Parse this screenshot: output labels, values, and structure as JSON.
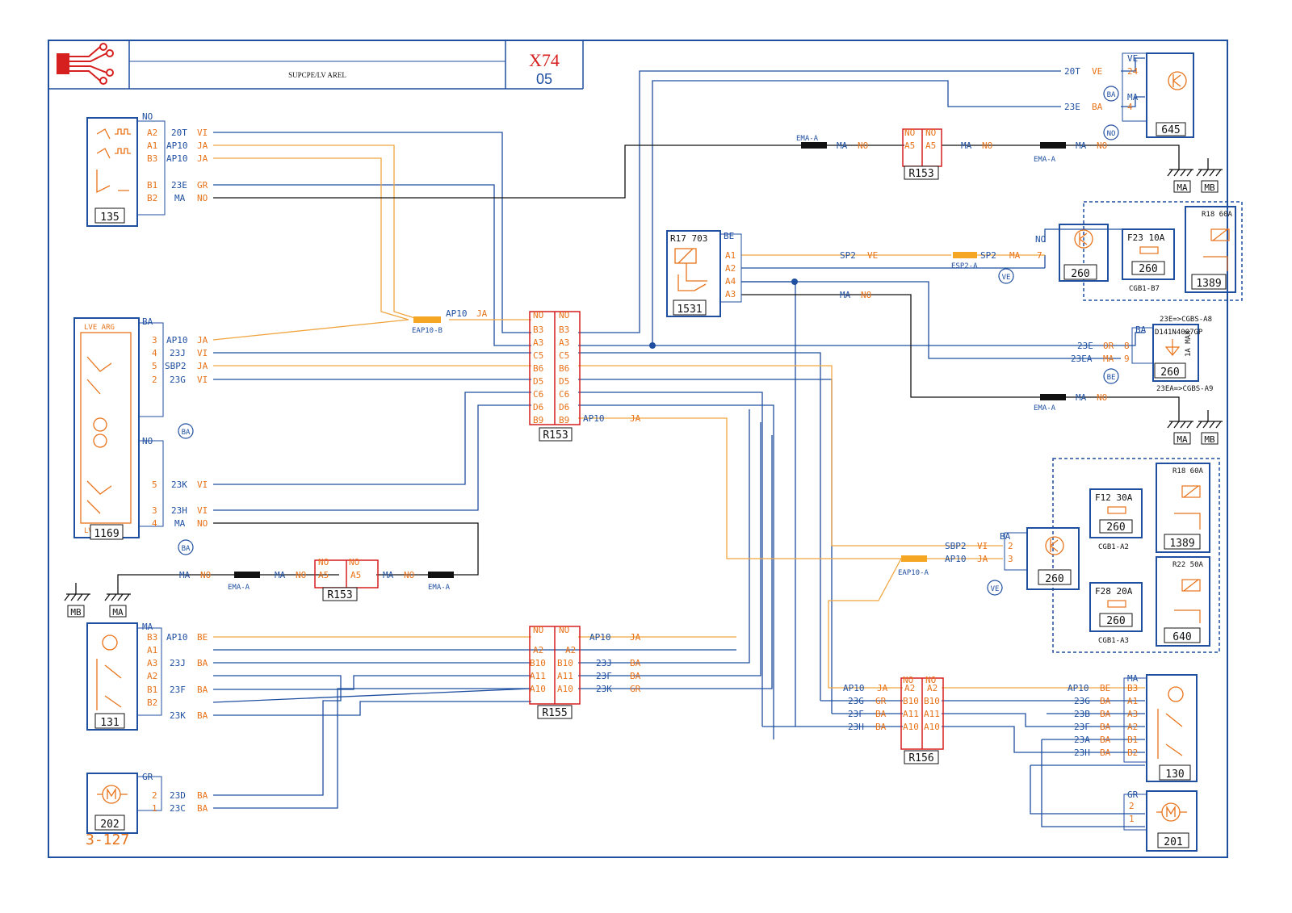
{
  "header": {
    "title": "SUPCPE/LV AREL",
    "code": "X74",
    "sheet": "05"
  },
  "page_ref": "3-127",
  "component_ids": {
    "c135": "135",
    "c1169": "1169",
    "c131": "131",
    "c202": "202",
    "c645": "645",
    "c1531": "1531",
    "c260a": "260",
    "c260b": "260",
    "c260c": "260",
    "c260d": "260",
    "c260e": "260",
    "c1389a": "1389",
    "c1389b": "1389",
    "c640": "640",
    "c130": "130",
    "c201": "201",
    "r153a": "R153",
    "r153b": "R153",
    "r153c": "R153",
    "r155": "R155",
    "r156": "R156"
  },
  "component_texts": {
    "r17": "R17 703",
    "lve_arg": "LVE ARG",
    "lve_ard": "LVE ARD",
    "d14": "D14",
    "d14_part": "1N4007GP",
    "d14_max": "1A MAX",
    "d14_top": "23E=>CGBS-A8",
    "d14_bottom": "23EA=>CGBS-A9",
    "f23": "F23  10A",
    "f12": "F12  30A",
    "f28": "F28  20A",
    "r18a": "R18 60A",
    "r18b": "R18 60A",
    "r22": "R22 50A",
    "cgb1_b7": "CGB1-B7",
    "cgb1_a2": "CGB1-A2",
    "cgb1_a3": "CGB1-A3"
  },
  "connector_labels": {
    "eap10b": "EAP10-B",
    "eap10a": "EAP10-A",
    "esp2a": "ESP2-A",
    "ema": "EMA-A"
  },
  "ground_labels": [
    "MA",
    "MB"
  ],
  "color_codes": {
    "NO": "NO",
    "BA": "BA",
    "VE": "VE",
    "MA": "MA",
    "BE": "BE",
    "GR": "GR"
  },
  "colors": {
    "orange": "#e8731a",
    "blue": "#1f4fa0",
    "black": "#111111",
    "red": "#d61f1f",
    "wire_orange": "#f0a640",
    "connector_orange": "#f5a623"
  },
  "wire_labels": {
    "w20T": "20T",
    "wAP10": "AP10",
    "w23E": "23E",
    "wMA": "MA",
    "wNO": "NO",
    "wVI": "VI",
    "wJA": "JA",
    "wGR": "GR",
    "wBA": "BA",
    "wBE": "BE",
    "wVE": "VE",
    "w23J": "23J",
    "wSBP2": "SBP2",
    "w23G": "23G",
    "w23K": "23K",
    "w23H": "23H",
    "w23F": "23F",
    "w23D": "23D",
    "w23C": "23C",
    "wSP2": "SP2",
    "wOR": "OR",
    "w23EA": "23EA",
    "w23B": "23B",
    "w23A": "23A"
  }
}
